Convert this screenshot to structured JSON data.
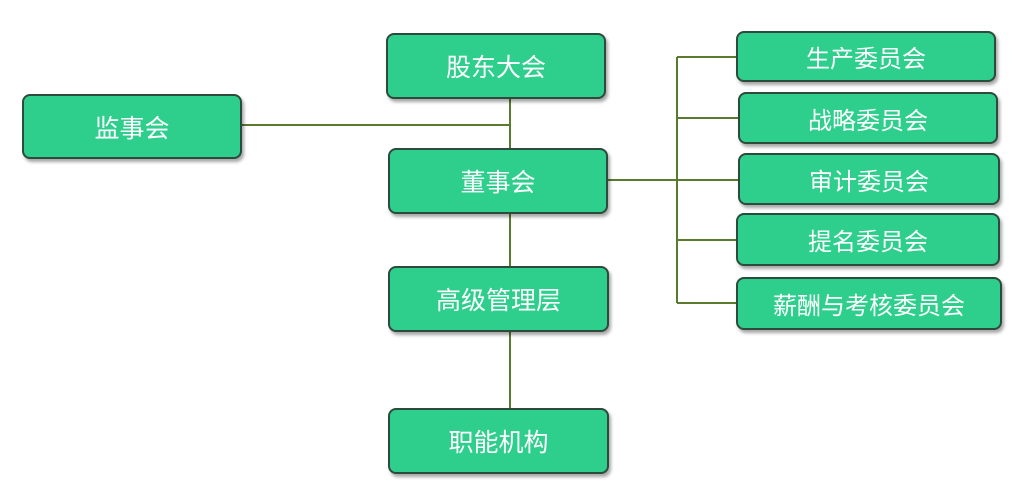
{
  "colors": {
    "node_fill": "#2ecf8c",
    "node_border": "#2d4a3c",
    "connector": "#5a7a2e",
    "text": "#ffffff"
  },
  "nodes": {
    "gudong": "股东大会",
    "jianshi": "监事会",
    "dongshi": "董事会",
    "gaoji": "高级管理层",
    "zhineng": "职能机构",
    "committees": [
      "生产委员会",
      "战略委员会",
      "审计委员会",
      "提名委员会",
      "薪酬与考核委员会"
    ]
  }
}
